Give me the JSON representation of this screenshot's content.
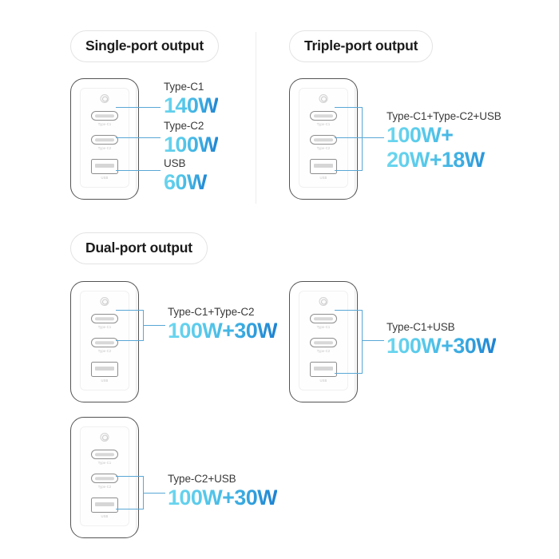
{
  "sections": [
    {
      "id": "single",
      "label": "Single-port output"
    },
    {
      "id": "triple",
      "label": "Triple-port output"
    },
    {
      "id": "dual",
      "label": "Dual-port output"
    }
  ],
  "device": {
    "led_name": "led-indicator",
    "ports": [
      {
        "id": "type-c1",
        "label": "Type-C1",
        "kind": "usb-c"
      },
      {
        "id": "type-c2",
        "label": "Type-C2",
        "kind": "usb-c"
      },
      {
        "id": "usb",
        "label": "USB",
        "kind": "usb-a"
      }
    ]
  },
  "panels": [
    {
      "id": "single-port",
      "section": "Single-port output",
      "readouts": [
        {
          "caption": "Type-C1",
          "value": "140W"
        },
        {
          "caption": "Type-C2",
          "value": "100W"
        },
        {
          "caption": "USB",
          "value": "60W"
        }
      ]
    },
    {
      "id": "triple-port",
      "section": "Triple-port output",
      "readouts": [
        {
          "caption": "Type-C1+Type-C2+USB",
          "value_line1": "100W+",
          "value_line2": "20W+18W"
        }
      ]
    },
    {
      "id": "dual-port-c1-c2",
      "section": "Dual-port output",
      "readouts": [
        {
          "caption": "Type-C1+Type-C2",
          "value": "100W+30W"
        }
      ]
    },
    {
      "id": "dual-port-c1-usb",
      "section": "Dual-port output",
      "readouts": [
        {
          "caption": "Type-C1+USB",
          "value": "100W+30W"
        }
      ]
    },
    {
      "id": "dual-port-c2-usb",
      "section": "Dual-port output",
      "readouts": [
        {
          "caption": "Type-C2+USB",
          "value": "100W+30W"
        }
      ]
    }
  ],
  "colors": {
    "accent_light": "#6fd8ef",
    "accent_dark": "#1b7fd0",
    "connector": "#5aa7d6",
    "text": "#1b1b1b",
    "caption": "#3a3a3a",
    "device_outline": "#545454"
  }
}
